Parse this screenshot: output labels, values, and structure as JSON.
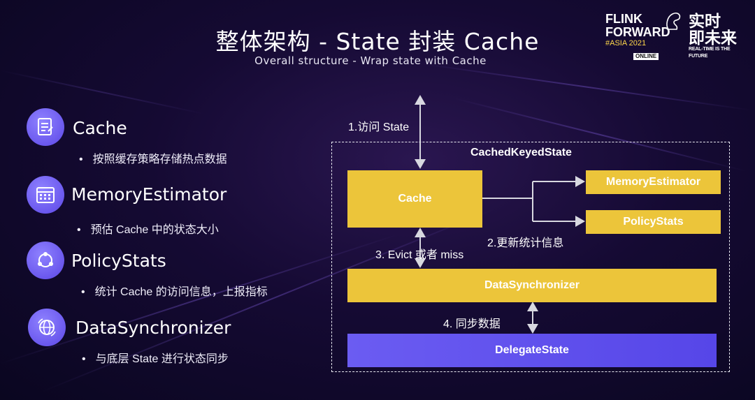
{
  "title": "整体架构 - State 封装 Cache",
  "subtitle": "Overall structure - Wrap state with Cache",
  "logo": {
    "line1": "FLINK",
    "line2": "FORWARD",
    "line3": "#ASIA 2021",
    "online": "ONLINE",
    "cn_line1": "实时",
    "cn_line2": "即未来",
    "en_tagline": "REAL-TIME IS THE FUTURE"
  },
  "features": [
    {
      "name": "Cache",
      "desc": "按照缓存策略存储热点数据",
      "icon": "document-icon"
    },
    {
      "name": "MemoryEstimator",
      "desc": "预估 Cache 中的状态大小",
      "icon": "calendar-grid-icon"
    },
    {
      "name": "PolicyStats",
      "desc": "统计 Cache 的访问信息，上报指标",
      "icon": "share-nodes-icon"
    },
    {
      "name": "DataSynchronizer",
      "desc": "与底层 State 进行状态同步",
      "icon": "globe-icon"
    }
  ],
  "bullet": "•",
  "diagram": {
    "container_label": "CachedKeyedState",
    "cache": "Cache",
    "memory_estimator": "MemoryEstimator",
    "policy_stats": "PolicyStats",
    "data_synchronizer": "DataSynchronizer",
    "delegate_state": "DelegateState",
    "step1": "1.访问 State",
    "step2": "2.更新统计信息",
    "step3": "3. Evict 或者 miss",
    "step4": "4. 同步数据"
  },
  "colors": {
    "yellow_box": "#ecc53a",
    "blue_box": "#5646e8",
    "icon_circle": "#6a58ee"
  }
}
